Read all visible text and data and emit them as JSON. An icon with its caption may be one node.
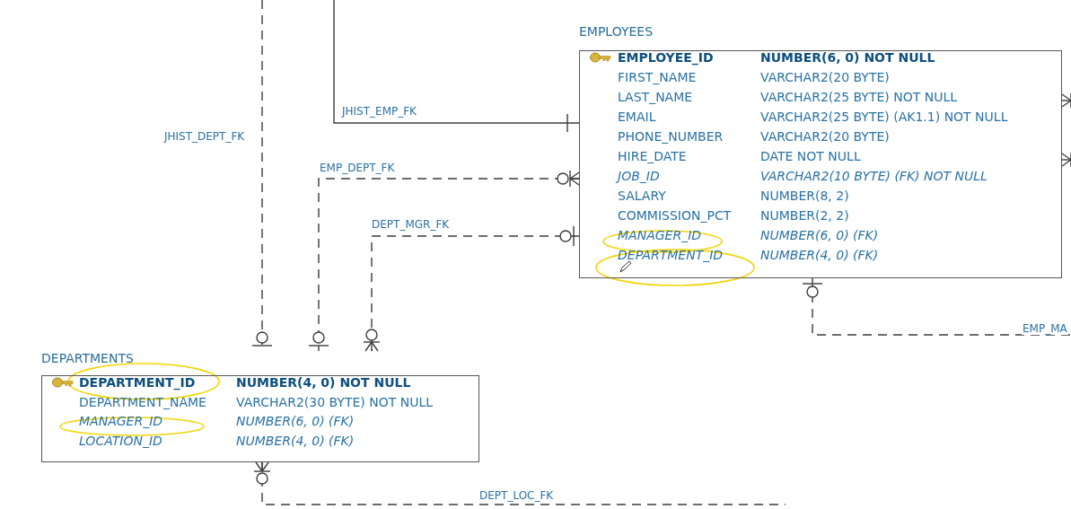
{
  "diagram": {
    "nodes": [
      {
        "text": [
          "EMPLOYEES",
          "EMPLOYEE_ID",
          "NUMBER(6, 0) NOT NULL",
          "FIRST_NAME",
          "VARCHAR2(20 BYTE)",
          "LAST_NAME",
          "VARCHAR2(25 BYTE) NOT NULL",
          "EMAIL",
          "VARCHAR2(25 BYTE) (AK1.1) NOT NULL",
          "PHONE_NUMBER",
          "VARCHAR2(20 BYTE)",
          "HIRE_DATE",
          "DATE NOT NULL",
          "JOB_ID",
          "VARCHAR2(10 BYTE) (FK) NOT NULL",
          "SALARY",
          "NUMBER(8, 2)",
          "COMMISSION_PCT",
          "NUMBER(2, 2)",
          "MANAGER_ID",
          "NUMBER(6, 0) (FK)",
          "DEPARTMENT_ID",
          "NUMBER(4, 0) (FK)"
        ]
      },
      {
        "text": [
          "DEPARTMENTS",
          "DEPARTMENT_ID",
          "NUMBER(4, 0) NOT NULL",
          "DEPARTMENT_NAME",
          "VARCHAR2(30 BYTE) NOT NULL",
          "MANAGER_ID",
          "NUMBER(6, 0) (FK)",
          "LOCATION_ID",
          "NUMBER(4, 0) (FK)"
        ]
      }
    ],
    "edges": [
      {
        "from": null,
        "to": 1,
        "arrow": "other",
        "label": "JHIST_DEPT_FK",
        "style": "dashed"
      },
      {
        "from": null,
        "to": 0,
        "arrow": "other",
        "label": "JHIST_EMP_FK"
      },
      {
        "from": 0,
        "to": 1,
        "arrow": "other",
        "label": "EMP_DEPT_FK",
        "style": "dashed"
      },
      {
        "from": 0,
        "to": 1,
        "arrow": "other",
        "label": "DEPT_MGR_FK",
        "style": "dashed"
      },
      {
        "from": 1,
        "to": null,
        "arrow": "other",
        "label": "DEPT_LOC_FK",
        "style": "dashed"
      },
      {
        "from": 0,
        "to": null,
        "arrow": "other",
        "label": "EMP_MA",
        "style": "dashed"
      },
      {
        "from": null,
        "to": 0,
        "arrow": "other"
      },
      {
        "from": null,
        "to": 0,
        "arrow": "other"
      }
    ]
  }
}
